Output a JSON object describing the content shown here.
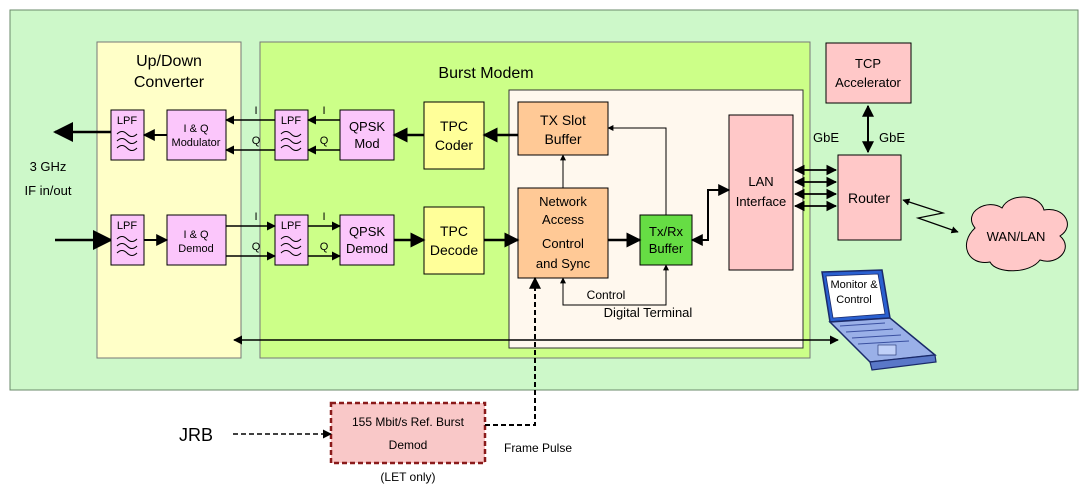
{
  "colors": {
    "outer_panel": "#cdf8c9",
    "converter_panel": "#ffffc8",
    "modem_panel": "#ccff88",
    "terminal_panel": "#fff8ee",
    "filter_block": "#fbc6fb",
    "coder_block": "#ffff99",
    "orange_block": "#ffc996",
    "buffer_block": "#66dd44",
    "pink_block": "#ffc8c8",
    "demod_block": "#f9c8c8"
  },
  "labels": {
    "updown_line1": "Up/Down",
    "updown_line2": "Converter",
    "burst_modem": "Burst Modem",
    "digital_terminal": "Digital Terminal",
    "if_line1": "3 GHz",
    "if_line2": "IF in/out",
    "lpf": "LPF",
    "iq_mod_line1": "I & Q",
    "iq_mod_line2": "Modulator",
    "iq_demod_line1": "I & Q",
    "iq_demod_line2": "Demod",
    "i": "I",
    "q": "Q",
    "qpsk_mod_line1": "QPSK",
    "qpsk_mod_line2": "Mod",
    "qpsk_demod_line1": "QPSK",
    "qpsk_demod_line2": "Demod",
    "tpc_coder_line1": "TPC",
    "tpc_coder_line2": "Coder",
    "tpc_decode_line1": "TPC",
    "tpc_decode_line2": "Decode",
    "tx_slot_line1": "TX Slot",
    "tx_slot_line2": "Buffer",
    "nac_line1": "Network",
    "nac_line2": "Access",
    "nac_line3": "Control",
    "nac_line4": "and Sync",
    "txrx_line1": "Tx/Rx",
    "txrx_line2": "Buffer",
    "lan_line1": "LAN",
    "lan_line2": "Interface",
    "control": "Control",
    "tcp_line1": "TCP",
    "tcp_line2": "Accelerator",
    "gbe_left": "GbE",
    "gbe_right": "GbE",
    "router": "Router",
    "wan_lan": "WAN/LAN",
    "monitor_line1": "Monitor &",
    "monitor_line2": "Control",
    "jrb": "JRB",
    "ref_burst_line1": "155 Mbit/s Ref. Burst",
    "ref_burst_line2": "Demod",
    "let_only": "(LET only)",
    "frame_pulse": "Frame Pulse"
  }
}
